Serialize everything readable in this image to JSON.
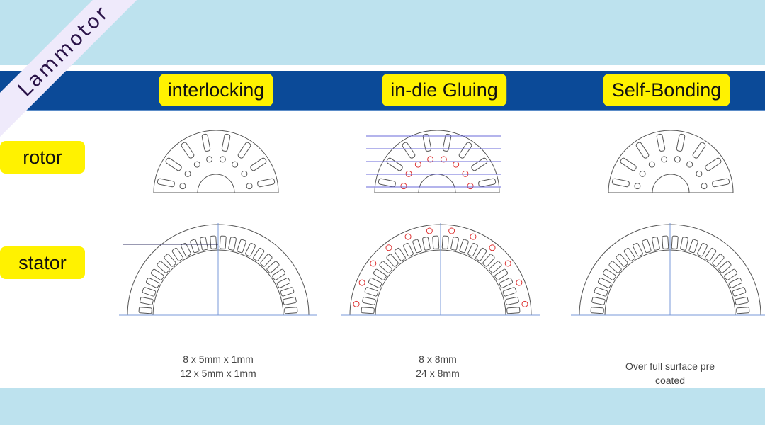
{
  "logo": {
    "text": "Lammotor"
  },
  "columns": [
    {
      "label": "interlocking",
      "notes": [
        "8 x 5mm x 1mm",
        "12 x 5mm x 1mm"
      ]
    },
    {
      "label": "in-die Gluing",
      "notes": [
        "8 x 8mm",
        "24 x 8mm"
      ]
    },
    {
      "label": "Self-Bonding",
      "notes": [
        "Over full surface pre coated"
      ]
    }
  ],
  "rows": [
    {
      "label": "rotor"
    },
    {
      "label": "stator"
    }
  ],
  "colors": {
    "header": "#0b4a98",
    "highlight": "#fff200",
    "background": "#bde2ee"
  }
}
